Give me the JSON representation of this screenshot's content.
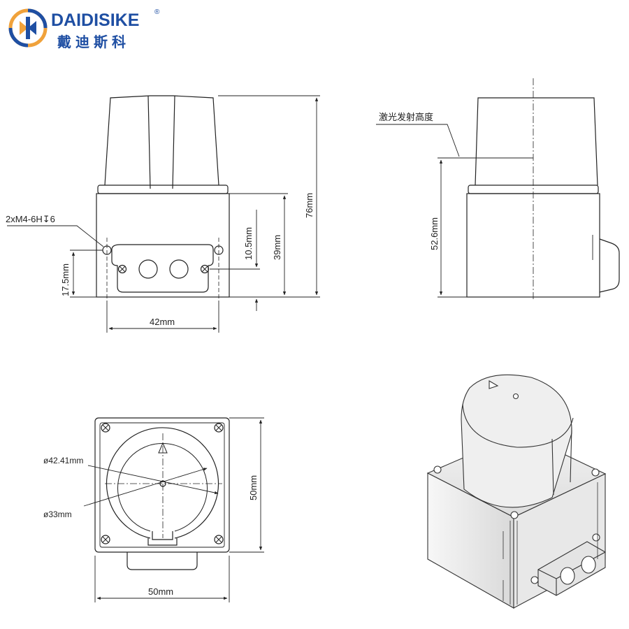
{
  "logo": {
    "name_en": "DAIDISIKE",
    "name_cn": "戴迪斯科",
    "registered_mark": "®",
    "colors": {
      "blue": "#1f4fa3",
      "orange": "#f0a23b"
    }
  },
  "front_view": {
    "thread_callout": "2xM4-6H↧6",
    "dim_hole_height": "17.5mm",
    "dim_width": "42mm",
    "dim_connector_offset": "10.5mm",
    "dim_body_height": "39mm",
    "dim_total_height": "76mm"
  },
  "side_view": {
    "laser_label": "激光发射高度",
    "dim_laser_height": "52.6mm"
  },
  "top_view": {
    "dim_outer_diameter": "ø42.41mm",
    "dim_inner_diameter": "ø33mm",
    "dim_depth": "50mm",
    "dim_width": "50mm"
  }
}
